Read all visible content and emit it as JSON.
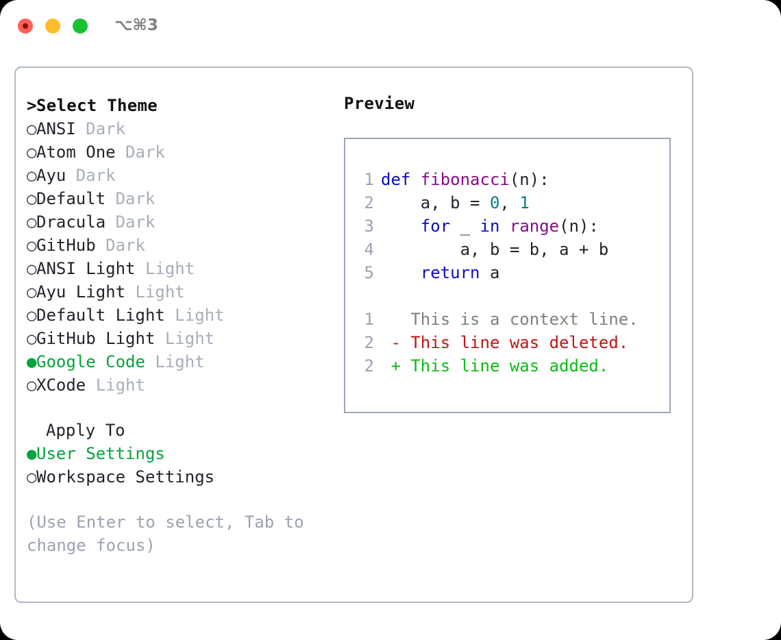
{
  "titlebar": {
    "shortcut": "⌥⌘3",
    "buttons": [
      {
        "name": "close",
        "color": "#ff6058"
      },
      {
        "name": "minimize",
        "color": "#ffbd2e"
      },
      {
        "name": "zoom",
        "color": "#1ac232"
      }
    ]
  },
  "theme_list": {
    "header": "Select Theme",
    "caret": ">",
    "marker_off": "○",
    "marker_on": "●",
    "selected_color": "#04a43c",
    "items": [
      {
        "name": "ANSI",
        "tag": "Dark",
        "selected": false
      },
      {
        "name": "Atom One",
        "tag": "Dark",
        "selected": false
      },
      {
        "name": "Ayu",
        "tag": "Dark",
        "selected": false
      },
      {
        "name": "Default",
        "tag": "Dark",
        "selected": false
      },
      {
        "name": "Dracula",
        "tag": "Dark",
        "selected": false
      },
      {
        "name": "GitHub",
        "tag": "Dark",
        "selected": false
      },
      {
        "name": "ANSI Light",
        "tag": "Light",
        "selected": false
      },
      {
        "name": "Ayu Light",
        "tag": "Light",
        "selected": false
      },
      {
        "name": "Default Light",
        "tag": "Light",
        "selected": false
      },
      {
        "name": "GitHub Light",
        "tag": "Light",
        "selected": false
      },
      {
        "name": "Google Code",
        "tag": "Light",
        "selected": true
      },
      {
        "name": "XCode",
        "tag": "Light",
        "selected": false
      }
    ]
  },
  "apply_to": {
    "header": "Apply To",
    "items": [
      {
        "name": "User Settings",
        "selected": true
      },
      {
        "name": "Workspace Settings",
        "selected": false
      }
    ]
  },
  "hint": "(Use Enter to select, Tab to change focus)",
  "preview": {
    "title": "Preview",
    "code_lines": [
      {
        "no": "1",
        "tokens": [
          {
            "t": "def ",
            "c": "kw"
          },
          {
            "t": "fibonacci",
            "c": "fn"
          },
          {
            "t": "(n):",
            "c": "pl"
          }
        ]
      },
      {
        "no": "2",
        "tokens": [
          {
            "t": "    a, b = ",
            "c": "pl"
          },
          {
            "t": "0",
            "c": "num"
          },
          {
            "t": ", ",
            "c": "pl"
          },
          {
            "t": "1",
            "c": "num"
          }
        ]
      },
      {
        "no": "3",
        "tokens": [
          {
            "t": "    ",
            "c": "pl"
          },
          {
            "t": "for",
            "c": "kw"
          },
          {
            "t": " _ ",
            "c": "pl"
          },
          {
            "t": "in",
            "c": "kw"
          },
          {
            "t": " ",
            "c": "pl"
          },
          {
            "t": "range",
            "c": "fn"
          },
          {
            "t": "(n):",
            "c": "pl"
          }
        ]
      },
      {
        "no": "4",
        "tokens": [
          {
            "t": "        a, b = b, a + b",
            "c": "pl"
          }
        ]
      },
      {
        "no": "5",
        "tokens": [
          {
            "t": "    ",
            "c": "pl"
          },
          {
            "t": "return",
            "c": "kw"
          },
          {
            "t": " a",
            "c": "pl"
          }
        ]
      }
    ],
    "diff_lines": [
      {
        "no": "1",
        "sign": " ",
        "text": " This is a context line.",
        "kind": "ctx"
      },
      {
        "no": "2",
        "sign": "-",
        "text": " This line was deleted.",
        "kind": "del"
      },
      {
        "no": "2",
        "sign": "+",
        "text": " This line was added.",
        "kind": "add"
      }
    ],
    "colors": {
      "keyword": "#0d0dc0",
      "function": "#8b0a8b",
      "number": "#087e7e",
      "plain": "#20242b",
      "lineno": "#9aa3b1",
      "diff_context": "#808080",
      "diff_deleted": "#c21414",
      "diff_added": "#0bbd12"
    }
  }
}
